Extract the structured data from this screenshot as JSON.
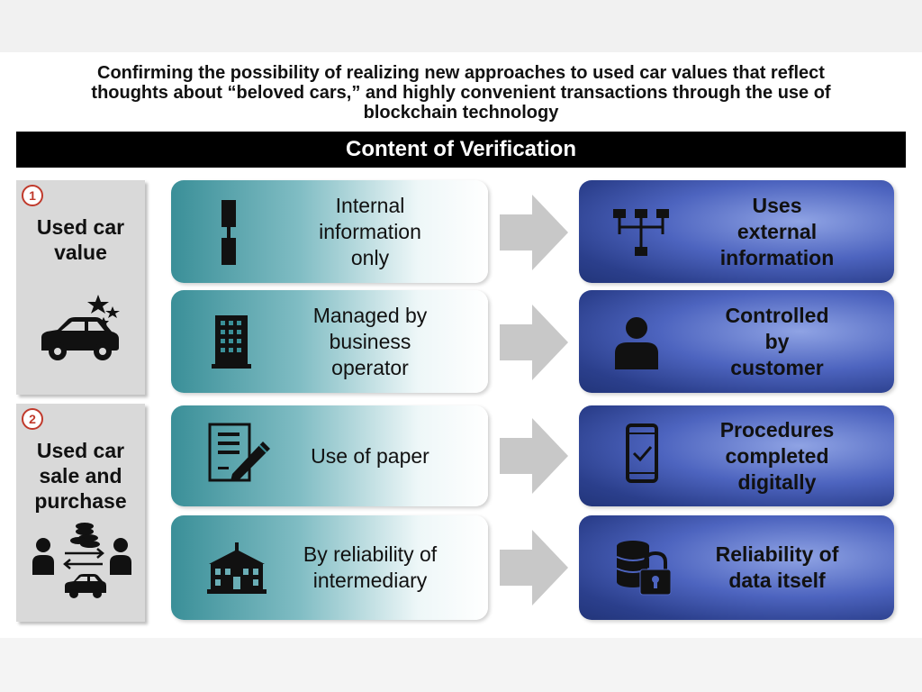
{
  "headline": {
    "line1": "Confirming the possibility of realizing new approaches to used car values that reflect",
    "line2": "thoughts about “beloved cars,” and highly convenient transactions through the use of",
    "line3": "blockchain technology"
  },
  "banner": "Content of Verification",
  "sections": [
    {
      "number": "1",
      "label_lines": [
        "Used car",
        "value"
      ],
      "icon": "car-with-stars-icon"
    },
    {
      "number": "2",
      "label_lines": [
        "Used car",
        "sale and",
        "purchase"
      ],
      "icon": "people-exchange-coins-car-icon"
    }
  ],
  "rows": [
    {
      "from": {
        "lines": [
          "Internal",
          "information",
          "only"
        ],
        "icon": "chain-link-icon"
      },
      "to": {
        "lines": [
          "Uses",
          "external",
          "information"
        ],
        "icon": "network-hierarchy-icon"
      }
    },
    {
      "from": {
        "lines": [
          "Managed by",
          "business",
          "operator"
        ],
        "icon": "office-building-icon"
      },
      "to": {
        "lines": [
          "Controlled",
          "by",
          "customer"
        ],
        "icon": "person-icon"
      }
    },
    {
      "from": {
        "lines": [
          "Use of paper"
        ],
        "icon": "document-pen-icon"
      },
      "to": {
        "lines": [
          "Procedures",
          "completed",
          "digitally"
        ],
        "icon": "smartphone-check-icon"
      }
    },
    {
      "from": {
        "lines": [
          "By reliability of",
          "intermediary"
        ],
        "icon": "bank-building-icon"
      },
      "to": {
        "lines": [
          "Reliability of",
          "data itself"
        ],
        "icon": "database-lock-icon"
      }
    }
  ],
  "colors": {
    "from_box_dark": "#3a8f98",
    "to_box": "#4d64bf",
    "section_bg": "#d9d9d9",
    "badge": "#c0392b",
    "arrow": "#c8c8c8"
  }
}
